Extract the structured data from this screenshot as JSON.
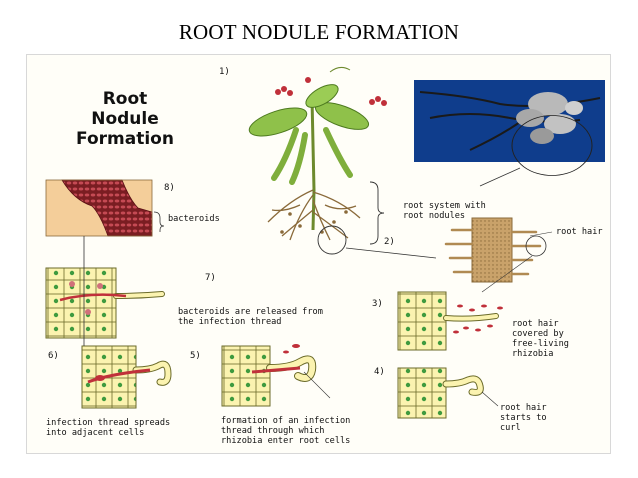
{
  "slide_title": "ROOT NODULE FORMATION",
  "diagram_title": [
    "Root",
    "Nodule",
    "Formation"
  ],
  "steps": {
    "s1": "1)",
    "s2": "2)",
    "s3": "3)",
    "s4": "4)",
    "s5": "5)",
    "s6": "6)",
    "s7": "7)",
    "s8": "8)"
  },
  "labels": {
    "root_system": [
      "root system with",
      "root nodules"
    ],
    "root_hair": "root hair",
    "bacteroids": "bacteroids",
    "bacteroids_released": [
      "bacteroids are released from",
      "the infection thread"
    ],
    "root_hair_covered": [
      "root hair",
      "covered by",
      "free-living",
      "rhizobia"
    ],
    "root_hair_curl": [
      "root hair",
      "starts to",
      "curl"
    ],
    "thread_formation": [
      "formation of an infection",
      "thread through which",
      "rhizobia enter root cells"
    ],
    "thread_spreads": [
      "infection thread spreads",
      "into adjacent cells"
    ]
  },
  "colors": {
    "cell_fill": "#fbf3b0",
    "cell_line": "#6b6b2a",
    "nucleus": "#3f9a3f",
    "bacteria": "#c0303a",
    "leaf": "#8fc14a",
    "root_brown": "#b08a52",
    "photo_bg": "#0f3d8c"
  }
}
